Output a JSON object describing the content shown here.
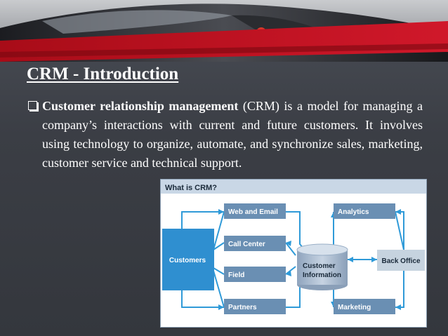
{
  "slide": {
    "title": "CRM - Introduction",
    "paragraph": {
      "term": "Customer relationship management",
      "text": " (CRM) is a model for managing a company’s interactions with current and future customers. It involves using technology to organize, automate, and synchronize sales, marketing, customer service and technical support."
    }
  },
  "diagram": {
    "header": "What is CRM?",
    "boxes": {
      "customers": "Customers",
      "web_email": "Web and Email",
      "call_center": "Call Center",
      "field": "Field",
      "partners": "Partners",
      "customer_information": [
        "Customer",
        "Information"
      ],
      "analytics": "Analytics",
      "marketing": "Marketing",
      "back_office": "Back Office"
    },
    "colors": {
      "header_bg": "#c9d7e6",
      "customers_box": "#2f8fd0",
      "channel_box": "#6a8fb3",
      "back_office_box": "#c6d3df",
      "arrow": "#2f9ad8"
    }
  }
}
